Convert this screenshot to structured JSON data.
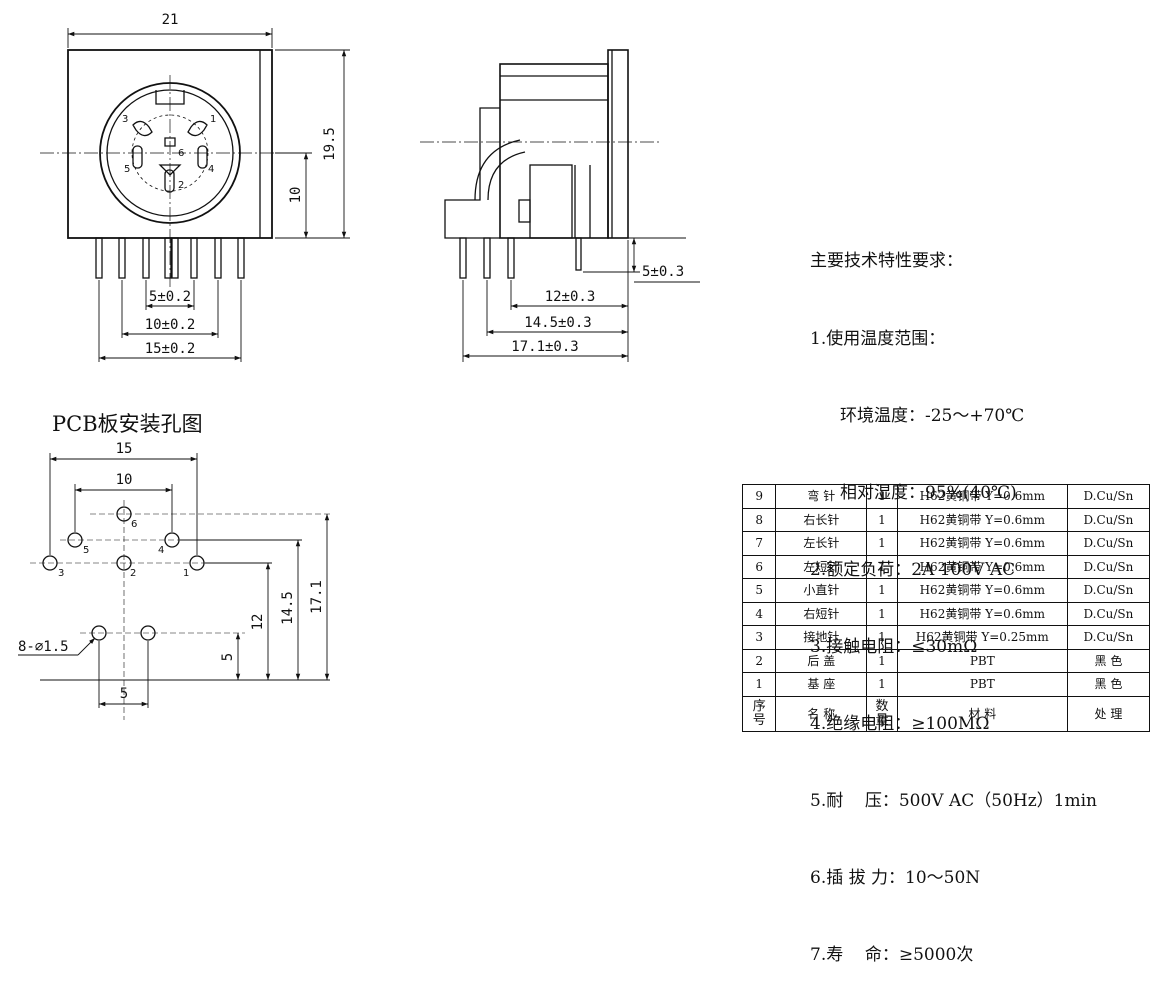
{
  "drawing": {
    "front_dims": {
      "width": "21",
      "height": "19.5",
      "pin_height": "10",
      "d5": "5±0.2",
      "d10": "10±0.2",
      "d15": "15±0.2"
    },
    "pin_labels": {
      "p1": "1",
      "p2": "2",
      "p3": "3",
      "p4": "4",
      "p5": "5",
      "p6": "6"
    },
    "side_dims": {
      "d5": "5±0.3",
      "d12": "12±0.3",
      "d145": "14.5±0.3",
      "d171": "17.1±0.3"
    },
    "pcb": {
      "title": "PCB板安装孔图",
      "d15": "15",
      "d10": "10",
      "d5": "5",
      "v5": "5",
      "v12": "12",
      "v145": "14.5",
      "v171": "17.1",
      "hole_note": "8-∅1.5",
      "h1": "1",
      "h2": "2",
      "h3": "3",
      "h4": "4",
      "h5": "5",
      "h6": "6"
    }
  },
  "specs": {
    "title": "主要技术特性要求：",
    "s1": "1.使用温度范围：",
    "s1a": "环境温度：-25～+70℃",
    "s1b": "相对湿度：95%(40℃)",
    "s2": "2.额定负荷：2A 100V AC",
    "s3": "3.接触电阻：≤30mΩ",
    "s4": "4.绝缘电阻：≥100MΩ",
    "s5": "5.耐    压：500V AC（50Hz）1min",
    "s6": "6.插 拔 力：10～50N",
    "s7": "7.寿    命：≥5000次"
  },
  "bom": {
    "rows": [
      {
        "no": "9",
        "name": "弯 针",
        "qty": "1",
        "material": "H62黄铜带 Y=0.6mm",
        "finish": "D.Cu/Sn"
      },
      {
        "no": "8",
        "name": "右长针",
        "qty": "1",
        "material": "H62黄铜带 Y=0.6mm",
        "finish": "D.Cu/Sn"
      },
      {
        "no": "7",
        "name": "左长针",
        "qty": "1",
        "material": "H62黄铜带 Y=0.6mm",
        "finish": "D.Cu/Sn"
      },
      {
        "no": "6",
        "name": "左短针",
        "qty": "1",
        "material": "H62黄铜带 Y=0.6mm",
        "finish": "D.Cu/Sn"
      },
      {
        "no": "5",
        "name": "小直针",
        "qty": "1",
        "material": "H62黄铜带 Y=0.6mm",
        "finish": "D.Cu/Sn"
      },
      {
        "no": "4",
        "name": "右短针",
        "qty": "1",
        "material": "H62黄铜带 Y=0.6mm",
        "finish": "D.Cu/Sn"
      },
      {
        "no": "3",
        "name": "接地针",
        "qty": "1",
        "material": "H62黄铜带 Y=0.25mm",
        "finish": "D.Cu/Sn"
      },
      {
        "no": "2",
        "name": "后 盖",
        "qty": "1",
        "material": "PBT",
        "finish": "黑 色"
      },
      {
        "no": "1",
        "name": "基 座",
        "qty": "1",
        "material": "PBT",
        "finish": "黑 色"
      }
    ],
    "header": {
      "no": "序号",
      "name": "名 称",
      "qty": "数量",
      "material": "材 料",
      "finish": "处 理"
    }
  }
}
